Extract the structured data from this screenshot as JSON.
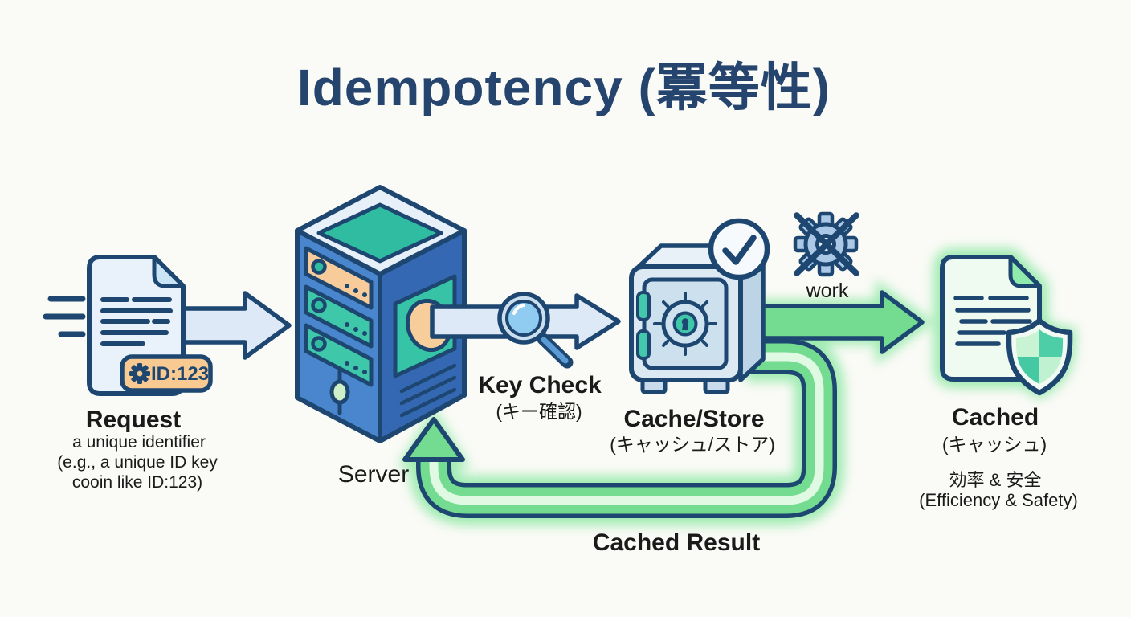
{
  "title": "Idempotency (冪等性)",
  "colors": {
    "background": "#FAFAF6",
    "outline_navy": "#1D4671",
    "title_navy": "#26456E",
    "arrow_blue": "#DDE9F6",
    "arrow_green": "#74DC90",
    "glow_green": "#90E9A6",
    "teal": "#3EC7A8",
    "peach_badge": "#F8CA92",
    "server_blue_front": "#4A86CE",
    "server_blue_side": "#3468B2",
    "safe_body": "#DCE9F3",
    "text": "#1A1A1A"
  },
  "icons": {
    "request_document": "document-with-speed-lines-icon",
    "id_badge_gear": "gear-icon",
    "server": "server-tower-icon",
    "key_check": "magnifier-icon",
    "cache_store": "safe-vault-icon",
    "verified": "checkmark-circle-icon",
    "no_work": "crossed-out-gear-icon",
    "cached_document": "document-with-shield-icon"
  },
  "nodes": {
    "request": {
      "label": "Request",
      "badge": "ID:123",
      "desc_line1": "a unique identifier",
      "desc_line2": "(e.g., a unique ID key",
      "desc_line3": "cooin like ID:123)"
    },
    "server": {
      "label": "Server"
    },
    "key_check": {
      "label": "Key Check",
      "label_ja": "(キー確認)"
    },
    "cache_store": {
      "label": "Cache/Store",
      "label_ja": "(キャッシュ/ストア)"
    },
    "work": {
      "label": "work"
    },
    "cached": {
      "label": "Cached",
      "label_ja": "(キャッシュ)",
      "benefit_ja": "効率 & 安全",
      "benefit_en": "(Efficiency & Safety)"
    },
    "cached_result": {
      "label": "Cached Result"
    }
  }
}
